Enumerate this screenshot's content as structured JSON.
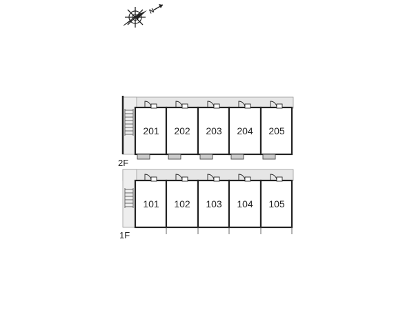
{
  "compass": {
    "label": "N",
    "icon": "compass-rose-icon"
  },
  "floors": [
    {
      "label": "2F",
      "units": [
        "201",
        "202",
        "203",
        "204",
        "205"
      ]
    },
    {
      "label": "1F",
      "units": [
        "101",
        "102",
        "103",
        "104",
        "105"
      ]
    }
  ],
  "colors": {
    "wall": "#222222",
    "corridor": "#e6e6e6",
    "balcony": "#bdbdbd"
  }
}
